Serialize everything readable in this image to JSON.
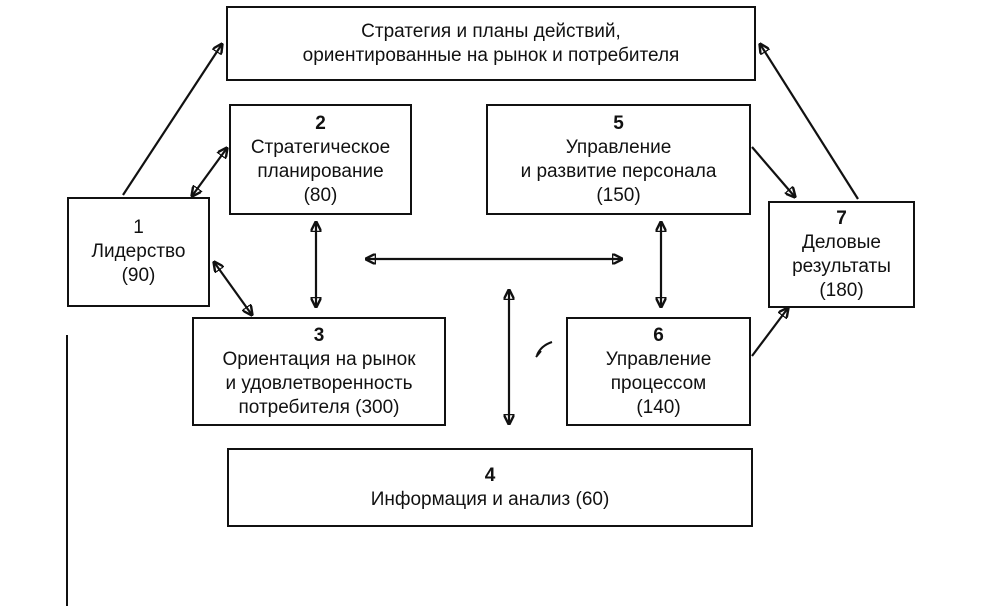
{
  "boxes": {
    "strategy": {
      "line1": "Стратегия и планы действий,",
      "line2": "ориентированные на рынок и потребителя"
    },
    "b1": {
      "number": "1",
      "line1": "Лидерство",
      "score": "(90)"
    },
    "b2": {
      "number": "2",
      "line1": "Стратегическое",
      "line2": "планирование",
      "score": "(80)"
    },
    "b3": {
      "number": "3",
      "line1": "Ориентация на рынок",
      "line2": "и удовлетворенность",
      "line3": "потребителя (300)"
    },
    "b4": {
      "number": "4",
      "line1": "Информация и анализ (60)"
    },
    "b5": {
      "number": "5",
      "line1": "Управление",
      "line2": "и развитие персонала",
      "score": "(150)"
    },
    "b6": {
      "number": "6",
      "line1": "Управление",
      "line2": "процессом",
      "score": "(140)"
    },
    "b7": {
      "number": "7",
      "line1": "Деловые",
      "line2": "результаты",
      "score": "(180)"
    }
  }
}
